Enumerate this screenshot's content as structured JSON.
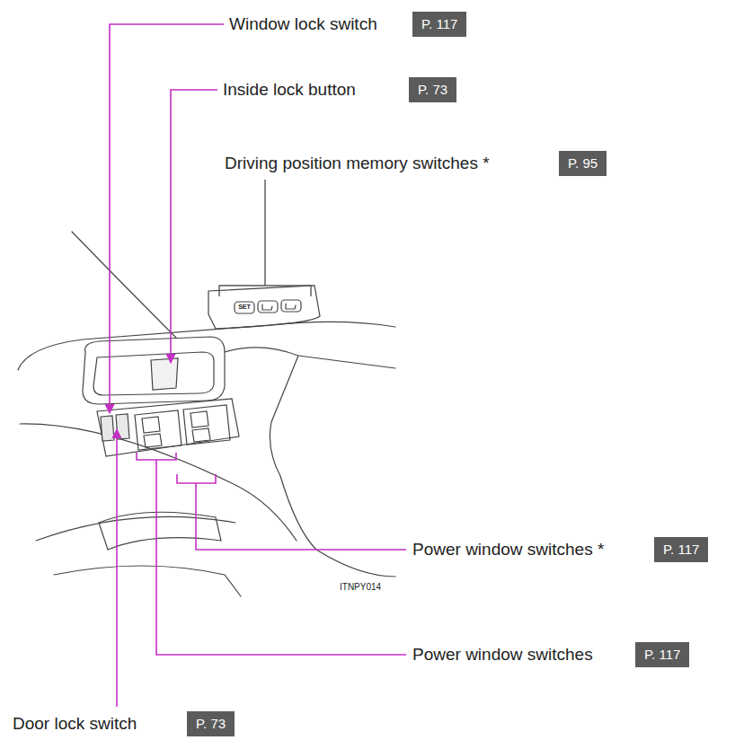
{
  "diagram": {
    "nodes": [
      {
        "text": [
          "Window lock switch",
          "P. 117"
        ]
      },
      {
        "text": [
          "Inside lock button",
          "P. 73"
        ]
      },
      {
        "text": [
          "Driving position memory switches *",
          "P. 95"
        ]
      },
      {
        "text": [
          "Power window switches *",
          "P. 117"
        ]
      },
      {
        "text": [
          "Power window switches",
          "P. 117"
        ]
      },
      {
        "text": [
          "Door lock switch",
          "P. 73"
        ]
      }
    ],
    "labels": [
      "SET",
      "ITNPY014"
    ]
  }
}
